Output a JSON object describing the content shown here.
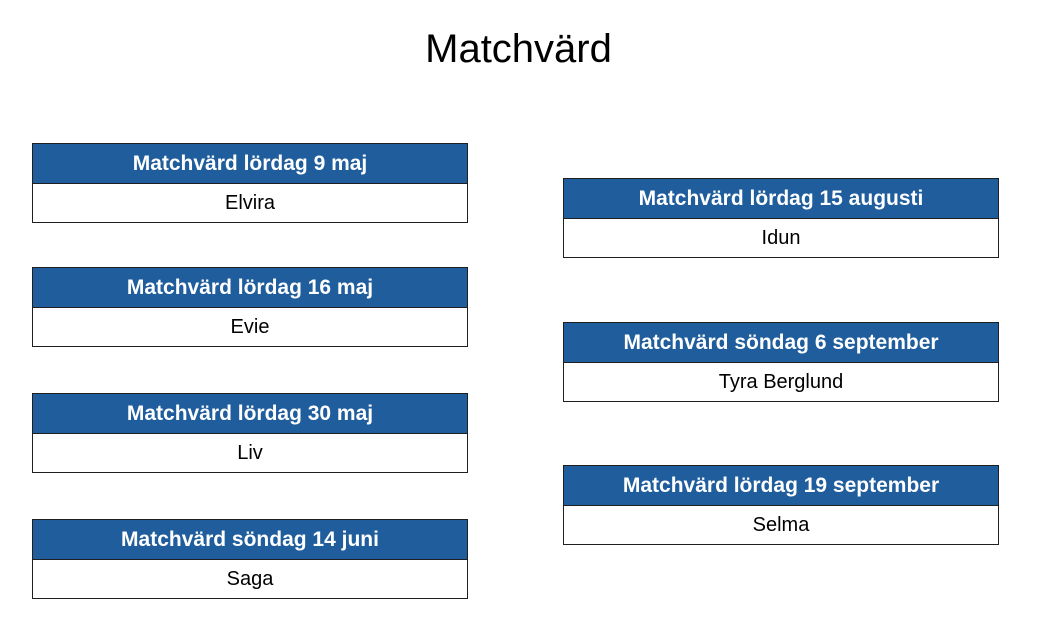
{
  "title": "Matchvärd",
  "hosts": [
    {
      "heading": "Matchvärd lördag 9 maj",
      "name": "Elvira"
    },
    {
      "heading": "Matchvärd lördag 16 maj",
      "name": "Evie"
    },
    {
      "heading": "Matchvärd lördag 30 maj",
      "name": "Liv"
    },
    {
      "heading": "Matchvärd söndag 14 juni",
      "name": "Saga"
    },
    {
      "heading": "Matchvärd lördag 15 augusti",
      "name": "Idun"
    },
    {
      "heading": "Matchvärd söndag 6 september",
      "name": "Tyra Berglund"
    },
    {
      "heading": "Matchvärd lördag 19 september",
      "name": "Selma"
    }
  ],
  "colors": {
    "header_background": "#1f5d9c",
    "header_text": "#ffffff",
    "border": "#1f1f1f"
  }
}
